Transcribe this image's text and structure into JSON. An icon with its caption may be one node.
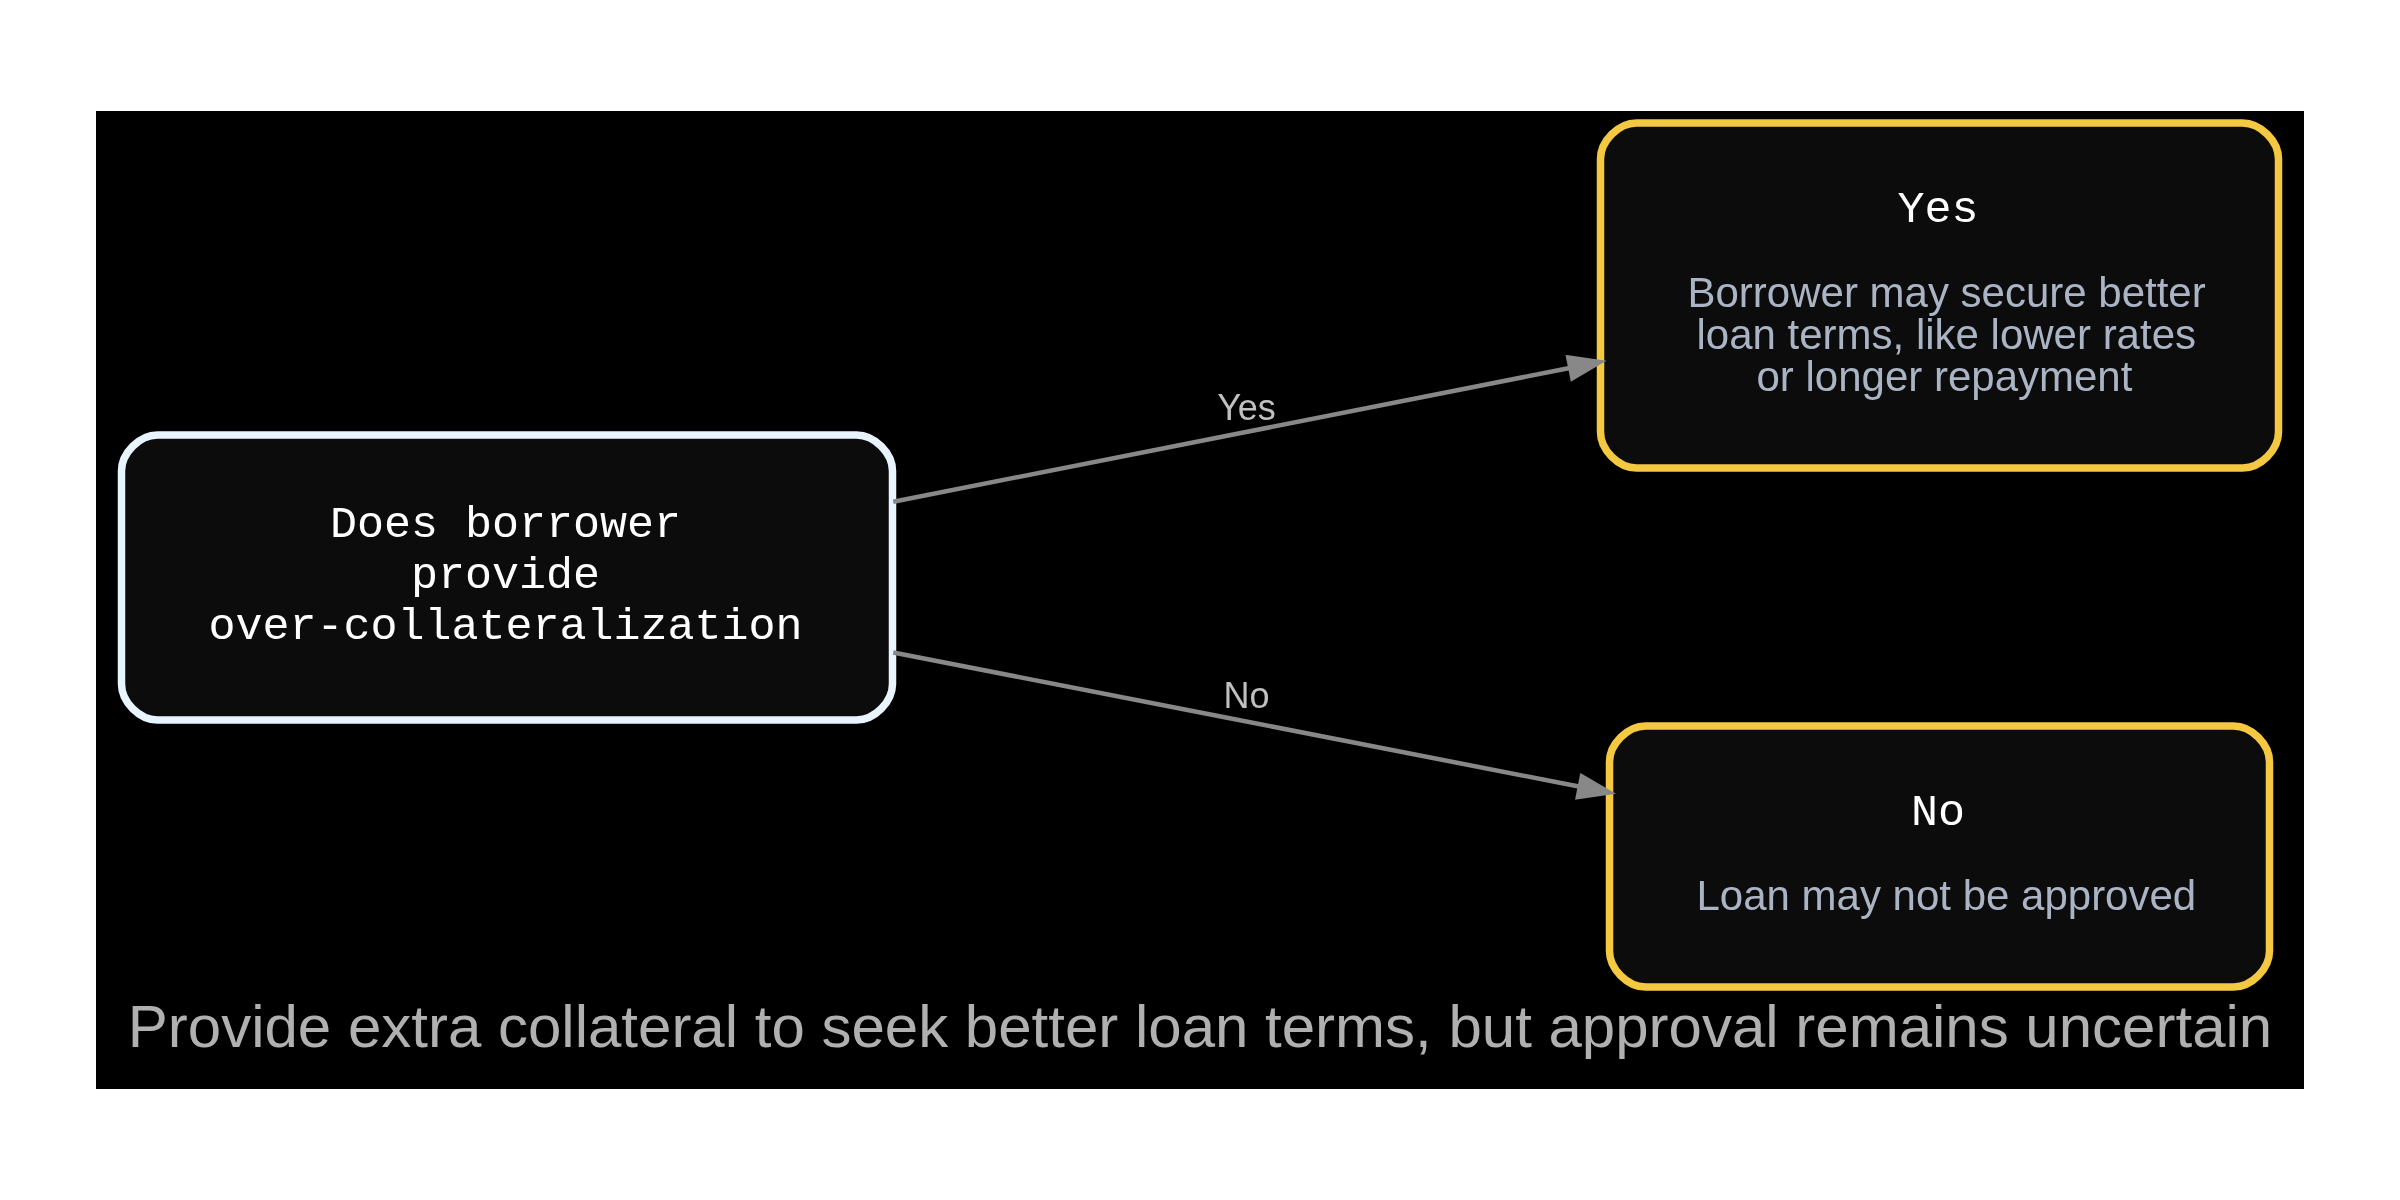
{
  "diagram": {
    "caption": "Provide extra collateral to seek better loan terms, but approval remains uncertain",
    "nodes": [
      {
        "text": [
          "Does borrower provide over-collateralization"
        ]
      },
      {
        "text": [
          "Yes",
          "Borrower may secure better loan terms, like lower rates or longer repayment"
        ]
      },
      {
        "text": [
          "No",
          "Loan may not be approved"
        ]
      }
    ],
    "edges": [
      {
        "from": 0,
        "to": 1,
        "arrow": "to",
        "label": "Yes"
      },
      {
        "from": 0,
        "to": 2,
        "arrow": "to",
        "label": "No"
      }
    ]
  }
}
